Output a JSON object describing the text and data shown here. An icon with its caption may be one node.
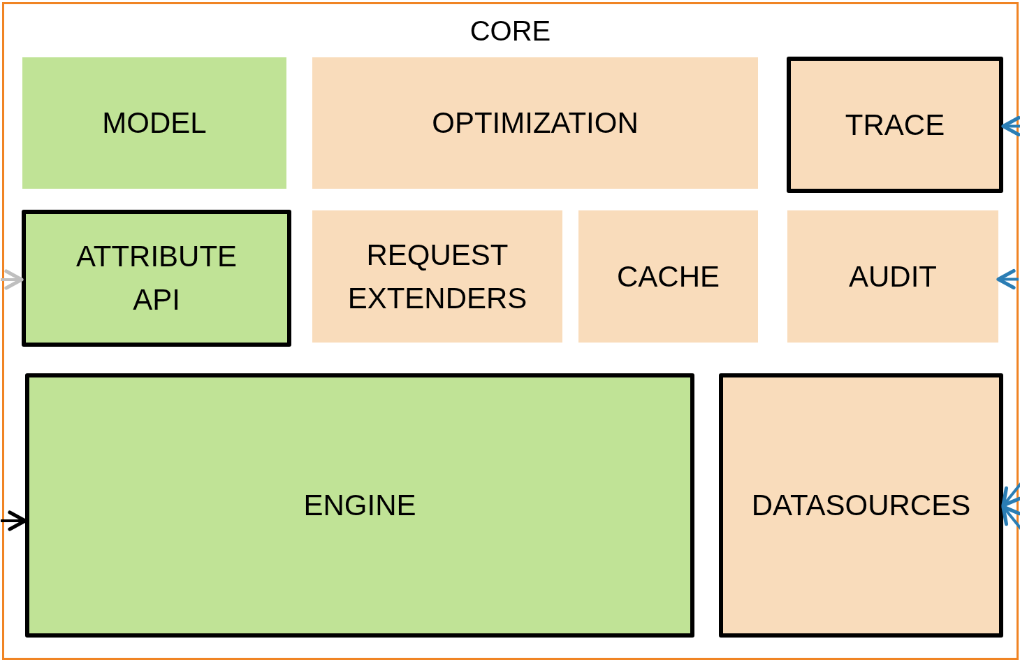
{
  "diagram": {
    "nodes": [
      {
        "text": [
          "CORE"
        ]
      },
      {
        "text": [
          "MODEL"
        ],
        "in": 0
      },
      {
        "text": [
          "OPTIMIZATION"
        ],
        "in": 0
      },
      {
        "text": [
          "TRACE"
        ],
        "in": 0
      },
      {
        "text": [
          "ATTRIBUTE API"
        ],
        "in": 0
      },
      {
        "text": [
          "REQUEST EXTENDERS"
        ],
        "in": 0
      },
      {
        "text": [
          "CACHE"
        ],
        "in": 0
      },
      {
        "text": [
          "AUDIT"
        ],
        "in": 0
      },
      {
        "text": [
          "ENGINE"
        ],
        "in": 0
      },
      {
        "text": [
          "DATASOURCES"
        ],
        "in": 0
      }
    ],
    "edges": [
      {
        "from": null,
        "to": 3,
        "arrow": "to"
      },
      {
        "from": null,
        "to": 7,
        "arrow": "to"
      },
      {
        "from": null,
        "to": 9,
        "arrow": "to"
      },
      {
        "from": null,
        "to": 9,
        "arrow": "to"
      },
      {
        "from": null,
        "to": 4,
        "arrow": "to",
        "color": "#bfbfbf"
      },
      {
        "from": null,
        "to": 8,
        "arrow": "to",
        "color": "#000000"
      }
    ]
  }
}
